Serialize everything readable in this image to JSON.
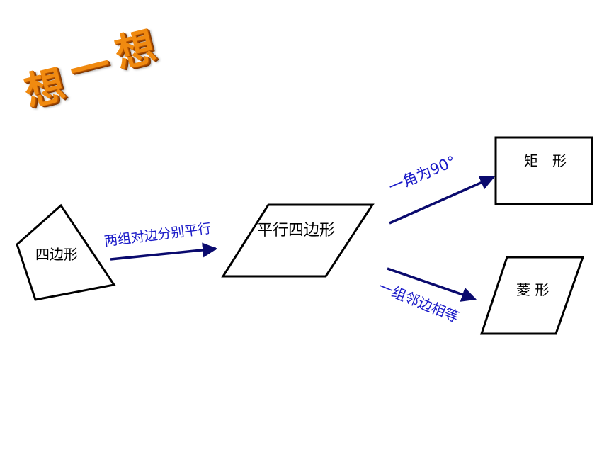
{
  "title": {
    "char1": "想",
    "char2": "一",
    "char3": "想"
  },
  "nodes": {
    "quadrilateral": "四边形",
    "parallelogram": "平行四边形",
    "rectangle": "矩　形",
    "rhombus": "菱 形"
  },
  "edges": {
    "quad_to_para": "两组对边分别平行",
    "para_to_rect": "一角为90°",
    "para_to_rhombus": "一组邻边相等"
  },
  "colors": {
    "arrow": "#0a0a6e",
    "edge_label": "#1a1ac8",
    "title_orange": "#f08a10"
  }
}
